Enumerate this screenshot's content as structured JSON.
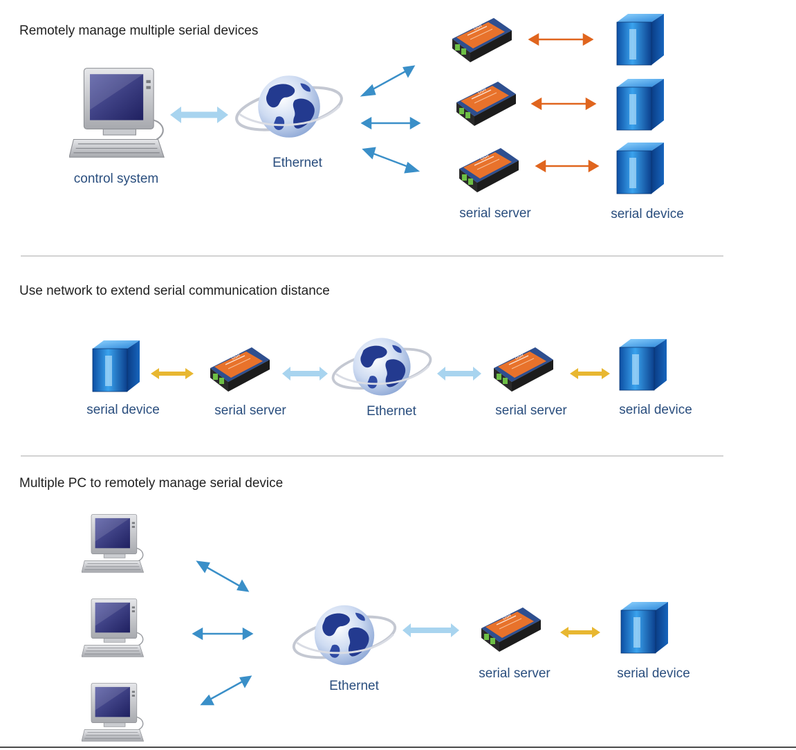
{
  "sections": [
    {
      "title": "Remotely manage multiple serial devices",
      "labels": {
        "control": "control system",
        "network": "Ethernet",
        "server": "serial server",
        "device": "serial device"
      }
    },
    {
      "title": "Use network to extend serial communication distance",
      "labels": {
        "device_left": "serial device",
        "server_left": "serial server",
        "network": "Ethernet",
        "server_right": "serial server",
        "device_right": "serial device"
      }
    },
    {
      "title": "Multiple PC to remotely manage serial device",
      "labels": {
        "network": "Ethernet",
        "server": "serial server",
        "device": "serial device"
      }
    }
  ],
  "colors": {
    "network_arrow": "#3a8fc8",
    "link_arrow": "#a8d4ef",
    "serial_arrow": "#e0651e",
    "serial_link": "#e8b731",
    "device_blue": "#1a73c9",
    "server_orange": "#e8722b",
    "server_blue": "#2e4f8f"
  }
}
